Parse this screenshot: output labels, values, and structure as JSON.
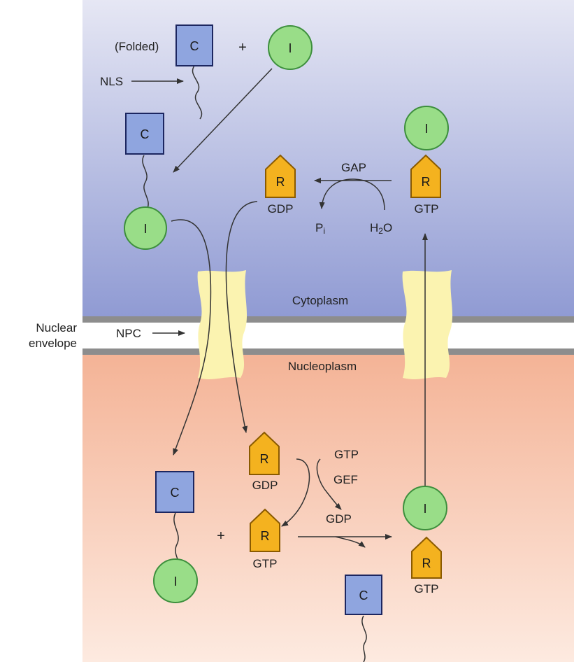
{
  "regions": {
    "cytoplasm": "Cytoplasm",
    "nucleoplasm": "Nucleoplasm",
    "nuclear_envelope_line1": "Nuclear",
    "nuclear_envelope_line2": "envelope"
  },
  "labels": {
    "folded": "(Folded)",
    "nls": "NLS",
    "npc": "NPC",
    "plus": "+",
    "gap": "GAP",
    "gef": "GEF",
    "gdp": "GDP",
    "gtp": "GTP",
    "p": "P",
    "p_sub": "i",
    "h": "H",
    "h_sub": "2",
    "o": "O"
  },
  "molecules": {
    "cargo": "C",
    "importin": "I",
    "ran": "R"
  },
  "colors": {
    "cytoplasm_top": "#e6e7f4",
    "cytoplasm_bottom": "#8f9ad3",
    "nucleoplasm_top": "#f4b396",
    "nucleoplasm_bottom": "#fdeae0",
    "envelope": "#8d8d8d",
    "pore": "#fbf3b0",
    "cargo_fill": "#8fa5df",
    "cargo_stroke": "#1c2660",
    "importin_fill": "#99dd88",
    "importin_stroke": "#3d8f3d",
    "ran_fill": "#f4b21f",
    "ran_stroke": "#8a5a00"
  }
}
